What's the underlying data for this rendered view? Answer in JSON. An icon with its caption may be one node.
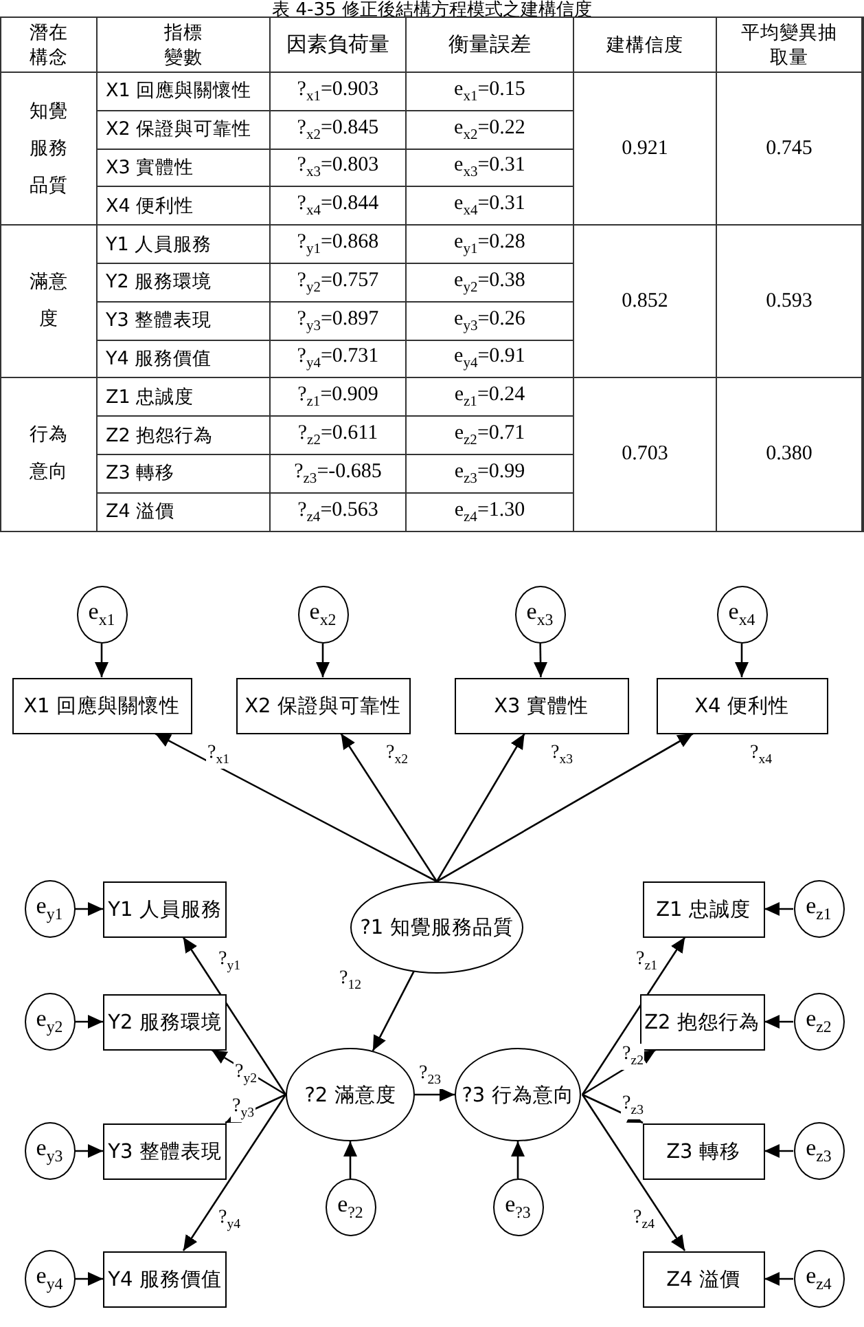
{
  "diagram": {
    "title": "表 4-35 修正後結構方程模式之建構信度",
    "nodes": [
      {
        "text": [
          "e$_{x1}$"
        ]
      },
      {
        "text": [
          "e$_{x2}$"
        ]
      },
      {
        "text": [
          "e$_{x3}$"
        ]
      },
      {
        "text": [
          "e$_{x4}$"
        ]
      },
      {
        "text": [
          "X1 回應與關懷性"
        ]
      },
      {
        "text": [
          "X2 保證與可靠性"
        ]
      },
      {
        "text": [
          "X3 實體性"
        ]
      },
      {
        "text": [
          "X4 便利性"
        ]
      },
      {
        "text": [
          "e$_{y1}$"
        ]
      },
      {
        "text": [
          "Y1 人員服務"
        ]
      },
      {
        "text": [
          "?1 知覺服務品質"
        ]
      },
      {
        "text": [
          "Z1 忠誠度"
        ]
      },
      {
        "text": [
          "e$_{z1}$"
        ]
      },
      {
        "text": [
          "e$_{y2}$"
        ]
      },
      {
        "text": [
          "Y2 服務環境"
        ]
      },
      {
        "text": [
          "Z2 抱怨行為"
        ]
      },
      {
        "text": [
          "e$_{z2}$"
        ]
      },
      {
        "text": [
          "?2 滿意度"
        ]
      },
      {
        "text": [
          "?3 行為意向"
        ]
      },
      {
        "text": [
          "e$_{y3}$"
        ]
      },
      {
        "text": [
          "Y3 整體表現"
        ]
      },
      {
        "text": [
          "Z3 轉移"
        ]
      },
      {
        "text": [
          "e$_{z3}$"
        ]
      },
      {
        "text": [
          "e$_{?2}$"
        ]
      },
      {
        "text": [
          "e$_{?3}$"
        ]
      },
      {
        "text": [
          "e$_{y4}$"
        ]
      },
      {
        "text": [
          "Y4 服務價值"
        ]
      },
      {
        "text": [
          "Z4 溢價"
        ]
      },
      {
        "text": [
          "e$_{z4}$"
        ]
      }
    ],
    "edges": [
      {
        "from": 0,
        "to": 4,
        "arrow": "to"
      },
      {
        "from": 1,
        "to": 5,
        "arrow": "to"
      },
      {
        "from": 2,
        "to": 6,
        "arrow": "to"
      },
      {
        "from": 3,
        "to": 7,
        "arrow": "to"
      },
      {
        "from": 10,
        "to": 4,
        "arrow": "to",
        "label": "?$_{x1}$"
      },
      {
        "from": 10,
        "to": 5,
        "arrow": "to",
        "label": "?$_{x2}$"
      },
      {
        "from": 10,
        "to": 6,
        "arrow": "to",
        "label": "?$_{x3}$"
      },
      {
        "from": 10,
        "to": 7,
        "arrow": "to",
        "label": "?$_{x4}$"
      },
      {
        "from": 8,
        "to": 9,
        "arrow": "to"
      },
      {
        "from": 13,
        "to": 14,
        "arrow": "to"
      },
      {
        "from": 19,
        "to": 20,
        "arrow": "to"
      },
      {
        "from": 25,
        "to": 26,
        "arrow": "to"
      },
      {
        "from": 17,
        "to": 9,
        "arrow": "to",
        "label": "?$_{y1}$"
      },
      {
        "from": 17,
        "to": 14,
        "arrow": "to",
        "label": "?$_{y2}$"
      },
      {
        "from": 17,
        "to": 20,
        "arrow": "to",
        "label": "?$_{y3}$"
      },
      {
        "from": 17,
        "to": 26,
        "arrow": "to",
        "label": "?$_{y4}$"
      },
      {
        "from": 10,
        "to": 17,
        "arrow": "to",
        "label": "?$_{12}$"
      },
      {
        "from": 17,
        "to": 18,
        "arrow": "to",
        "label": "?$_{23}$"
      },
      {
        "from": 23,
        "to": 17,
        "arrow": "to"
      },
      {
        "from": 24,
        "to": 18,
        "arrow": "to"
      },
      {
        "from": 18,
        "to": 11,
        "arrow": "to",
        "label": "?$_{z1}$"
      },
      {
        "from": 18,
        "to": 15,
        "arrow": "to",
        "label": "?$_{z2}$"
      },
      {
        "from": 18,
        "to": 21,
        "arrow": "to",
        "label": "?$_{z3}$"
      },
      {
        "from": 18,
        "to": 27,
        "arrow": "to",
        "label": "?$_{z4}$"
      },
      {
        "from": 12,
        "to": 11,
        "arrow": "to"
      },
      {
        "from": 16,
        "to": 15,
        "arrow": "to"
      },
      {
        "from": 22,
        "to": 21,
        "arrow": "to"
      },
      {
        "from": 28,
        "to": 27,
        "arrow": "to"
      }
    ],
    "labels": [
      "潛在構念",
      "指標變數",
      "因素負荷量",
      "衡量誤差",
      "建構信度",
      "平均變異抽取量",
      "知覺服務品質",
      "X1 回應與關懷性",
      "?$_{x1}$=0.903",
      "e$_{x1}$=0.15",
      "0.921",
      "0.745",
      "X2 保證與可靠性",
      "?$_{x2}$=0.845",
      "e$_{x2}$=0.22",
      "X3 實體性",
      "?$_{x3}$=0.803",
      "e$_{x3}$=0.31",
      "X4 便利性",
      "?$_{x4}$=0.844",
      "e$_{x4}$=0.31",
      "滿意度",
      "Y1 人員服務",
      "?$_{y1}$=0.868",
      "e$_{y1}$=0.28",
      "0.852",
      "0.593",
      "Y2 服務環境",
      "?$_{y2}$=0.757",
      "e$_{y2}$=0.38",
      "Y3 整體表現",
      "?$_{y3}$=0.897",
      "e$_{y3}$=0.26",
      "Y4 服務價值",
      "?$_{y4}$=0.731",
      "e$_{y4}$=0.91",
      "行為意向",
      "Z1 忠誠度",
      "?$_{z1}$=0.909",
      "e$_{z1}$=0.24",
      "0.703",
      "0.380",
      "Z2 抱怨行為",
      "?$_{z2}$=0.611",
      "e$_{z2}$=0.71",
      "Z3 轉移",
      "?$_{z3}$=-0.685",
      "e$_{z3}$=0.99",
      "Z4 溢價",
      "?$_{z4}$=0.563",
      "e$_{z4}$=1.30"
    ]
  }
}
